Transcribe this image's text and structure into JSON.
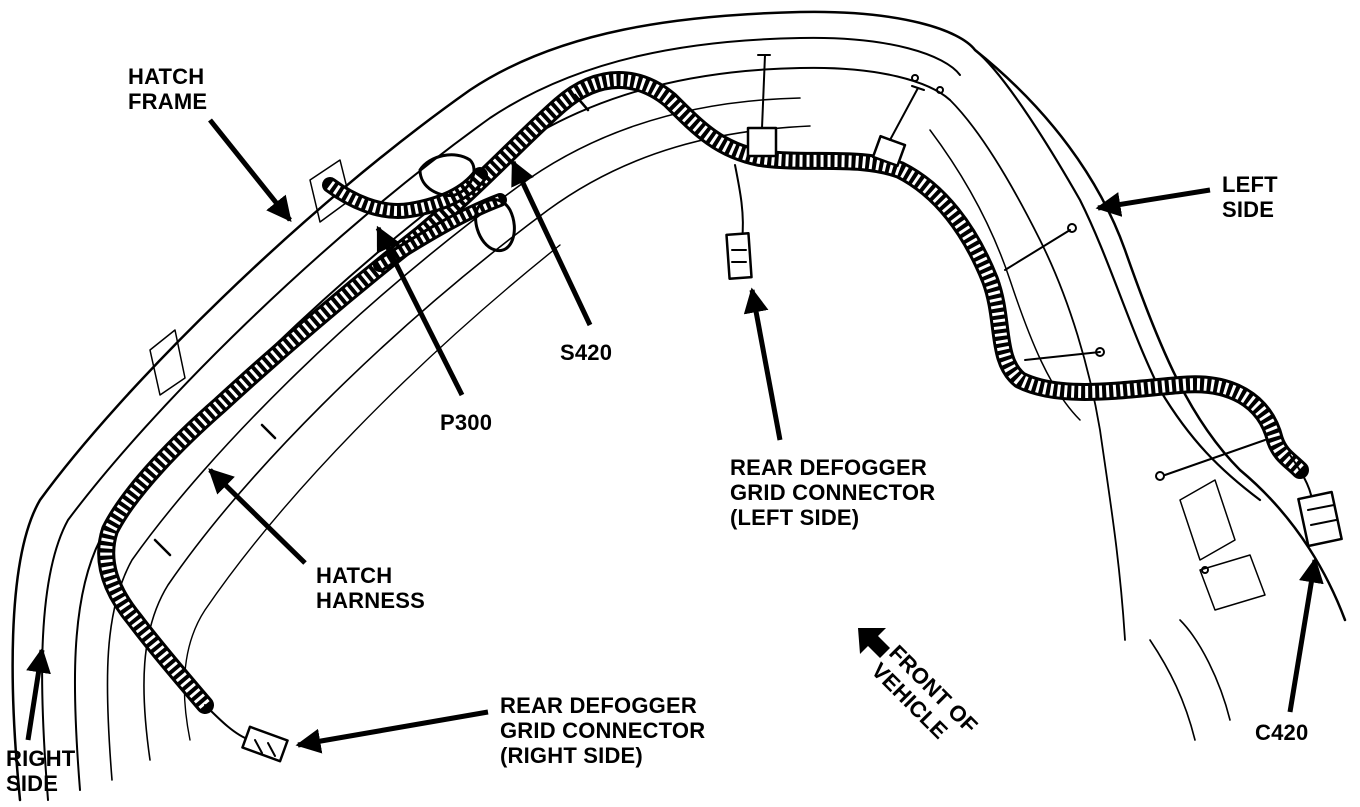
{
  "labels": {
    "hatch_frame": [
      "HATCH",
      "FRAME"
    ],
    "p300": "P300",
    "s420": "S420",
    "left_side": [
      "LEFT",
      "SIDE"
    ],
    "rear_defogger_left": [
      "REAR DEFOGGER",
      "GRID CONNECTOR",
      "(LEFT SIDE)"
    ],
    "hatch_harness": [
      "HATCH",
      "HARNESS"
    ],
    "rear_defogger_right": [
      "REAR DEFOGGER",
      "GRID CONNECTOR",
      "(RIGHT SIDE)"
    ],
    "front_of_vehicle": [
      "FRONT OF",
      "VEHICLE"
    ],
    "right_side": [
      "RIGHT",
      "SIDE"
    ],
    "c420": "C420"
  },
  "colors": {
    "ink": "#000000",
    "paper": "#ffffff"
  }
}
